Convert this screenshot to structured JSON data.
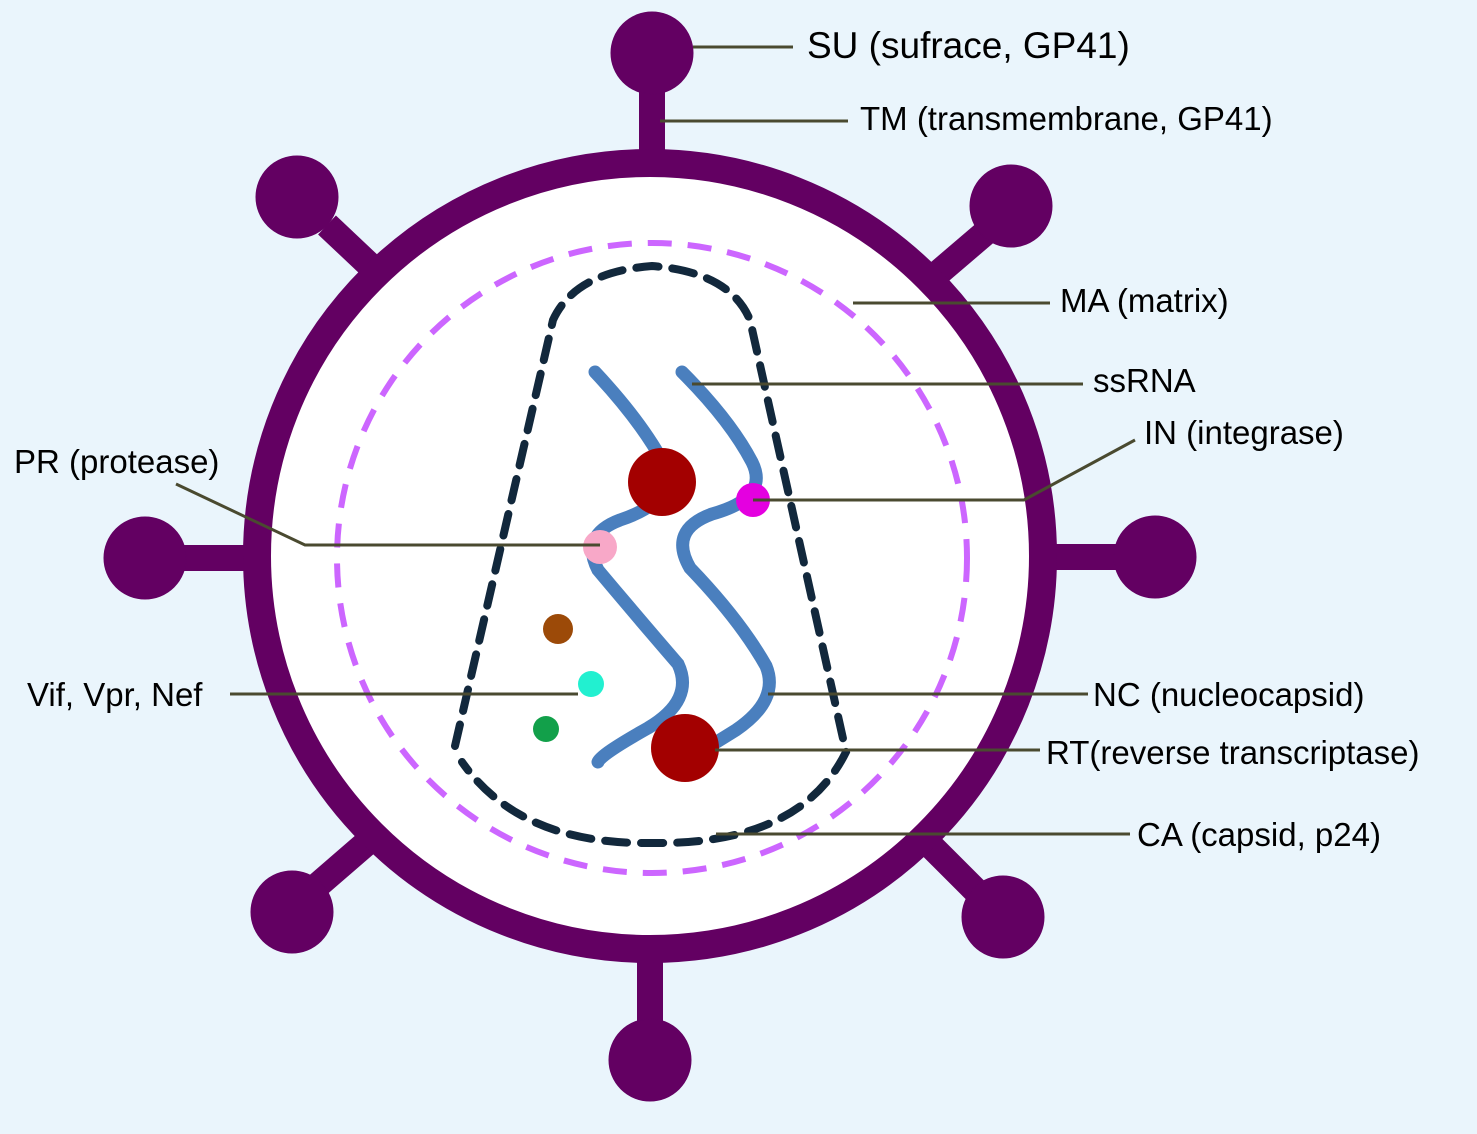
{
  "colors": {
    "background": "#eaf5fc",
    "envelope": "#630062",
    "matrix": "#cc66ff",
    "capsid": "#12283c",
    "rna": "#4a7fbe",
    "rt": "#a30000",
    "integrase": "#e400e0",
    "protease": "#f8a8c8",
    "vif": "#9c4a08",
    "vpr": "#22f0d0",
    "nef": "#12a04a",
    "leader_line": "#4a4a30"
  },
  "labels": {
    "su": "SU (sufrace, GP41)",
    "tm": "TM (transmembrane, GP41)",
    "ma": "MA (matrix)",
    "ssrna": "ssRNA",
    "in": "IN (integrase)",
    "pr": "PR (protease)",
    "vif_vpr_nef": "Vif, Vpr, Nef",
    "nc": "NC (nucleocapsid)",
    "rt": "RT(reverse transcriptase)",
    "ca": "CA (capsid, p24)"
  }
}
